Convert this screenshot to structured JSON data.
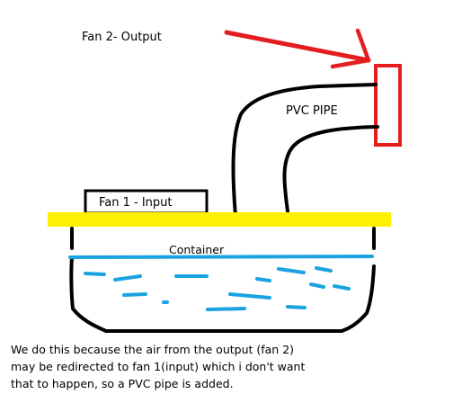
{
  "labels": {
    "fan2": "Fan 2- Output",
    "pvc_pipe": "PVC PIPE",
    "fan1": "Fan 1 - Input",
    "container": "Container"
  },
  "caption_lines": [
    "We do this because the air from the output (fan 2)",
    "may be redirected to fan 1(input) which i don't want",
    "that to happen, so a PVC pipe is added."
  ],
  "colors": {
    "ink": "#000000",
    "fan2_box": "#e41e1e",
    "arrow": "#e41e1e",
    "lid": "#ffef00",
    "water": "#1aa3e0"
  },
  "icons": [
    "arrow-right-icon"
  ]
}
